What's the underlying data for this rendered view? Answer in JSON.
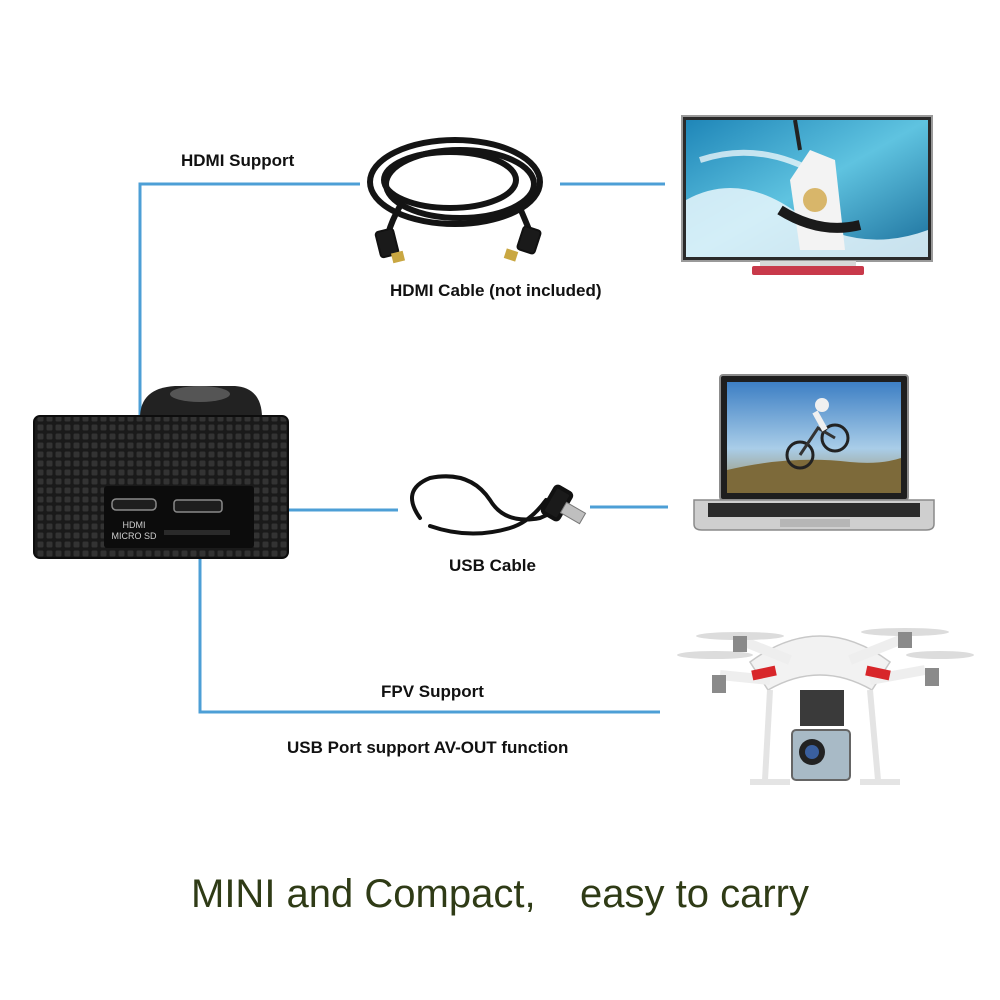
{
  "labels": {
    "hdmi_support": "HDMI Support",
    "hdmi_cable": "HDMI Cable   (not included)",
    "usb_cable": "USB Cable",
    "fpv_support": "FPV Support",
    "usb_port_av_out": "USB Port support AV-OUT function"
  },
  "camera_ports": {
    "hdmi_label": "HDMI",
    "microsd_label": "MICRO SD"
  },
  "tagline": "MINI and Compact,    easy to carry",
  "colors": {
    "connector_line": "#4d9fd6",
    "tagline": "#2f3b16",
    "camera_body": "#1b1b1b",
    "tv_stand": "#c8394a",
    "drone_accent": "#d8262a"
  },
  "icons": {
    "camera": "action-camera-icon",
    "hdmi_cable": "hdmi-cable-icon",
    "usb_cable": "usb-cable-icon",
    "tv": "television-icon",
    "laptop": "laptop-icon",
    "drone": "drone-icon"
  }
}
